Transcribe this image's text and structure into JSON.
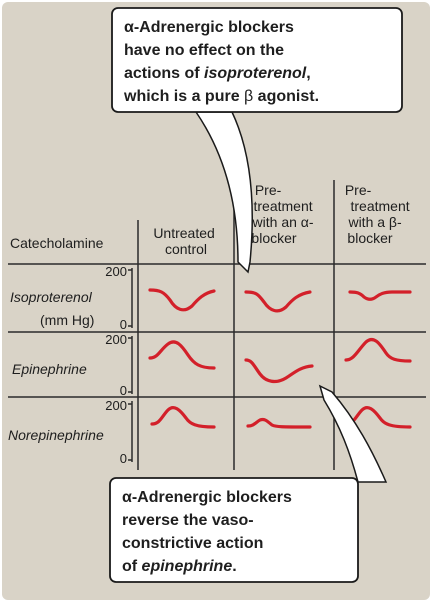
{
  "colors": {
    "panel_bg": "#d9d3c7",
    "grid_line": "#2b2b2b",
    "curve": "#d3202a",
    "callout_bg": "#ffffff",
    "callout_border": "#1a1a1a",
    "text": "#1e1e1e"
  },
  "callout_top": {
    "line1": "α-Adrenergic blockers",
    "line2": "have no effect on the",
    "line3_prefix": "actions of ",
    "line3_em": "isoproterenol",
    "line3_suffix": ",",
    "line4_prefix": "which is a pure ",
    "line4_symbol": "β",
    "line4_suffix": " agonist."
  },
  "callout_bottom": {
    "line1": "α-Adrenergic blockers",
    "line2": "reverse the vaso-",
    "line3": "constrictive action",
    "line4_prefix": "of ",
    "line4_em": "epinephrine",
    "line4_suffix": "."
  },
  "table": {
    "row_header_label": "Catecholamine",
    "columns": [
      {
        "lines": [
          "Untreated",
          "control"
        ]
      },
      {
        "lines": [
          "Pre-",
          "treatment",
          "with an α-",
          "blocker"
        ]
      },
      {
        "lines": [
          "Pre-",
          "treatment",
          "with a β-",
          "blocker"
        ]
      }
    ],
    "rows": [
      {
        "label": "Isoproterenol",
        "unit": "(mm Hg)",
        "scale_max": "200",
        "scale_min": "0"
      },
      {
        "label": "Epinephrine",
        "scale_max": "200",
        "scale_min": "0"
      },
      {
        "label": "Norepinephrine",
        "scale_max": "200",
        "scale_min": "0"
      }
    ]
  },
  "curves": {
    "isoproterenol": [
      "dip",
      "dip",
      "small-dip"
    ],
    "epinephrine": [
      "rise",
      "dip",
      "rise"
    ],
    "norepinephrine": [
      "rise",
      "small-rise",
      "rise"
    ]
  }
}
